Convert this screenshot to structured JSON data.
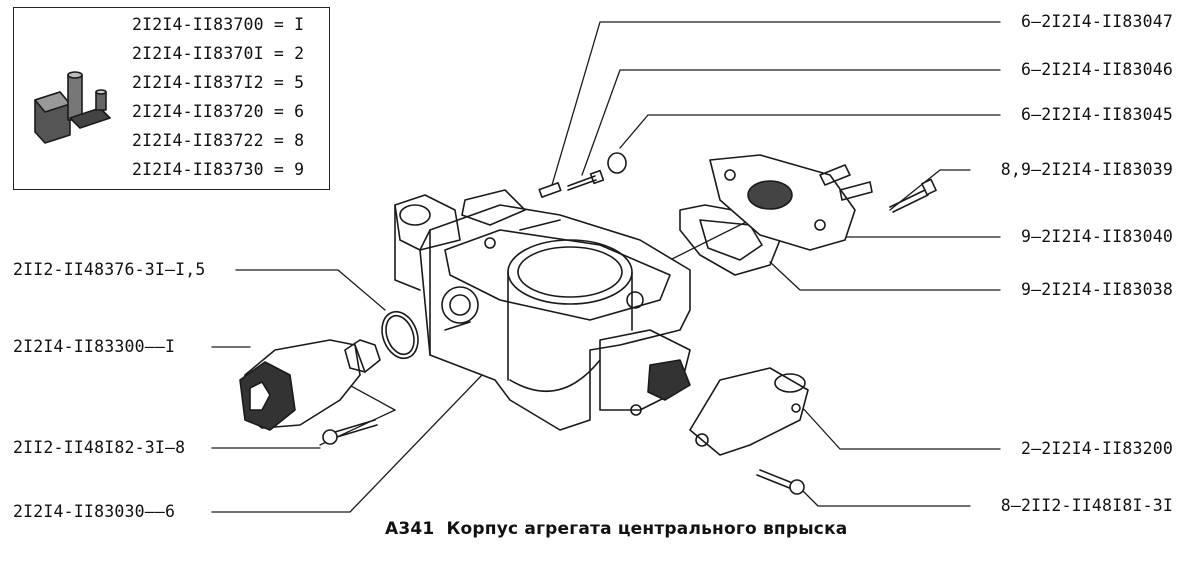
{
  "legend": [
    {
      "part": "2I2I4-II83700",
      "sign": "=",
      "qty": "I"
    },
    {
      "part": "2I2I4-II8370I",
      "sign": "=",
      "qty": "2"
    },
    {
      "part": "2I2I4-II837I2",
      "sign": "=",
      "qty": "5"
    },
    {
      "part": "2I2I4-II83720",
      "sign": "=",
      "qty": "6"
    },
    {
      "part": "2I2I4-II83722",
      "sign": "=",
      "qty": "8"
    },
    {
      "part": "2I2I4-II83730",
      "sign": "=",
      "qty": "9"
    }
  ],
  "callouts_right": [
    {
      "text": "6—2I2I4-II83047"
    },
    {
      "text": "6—2I2I4-II83046"
    },
    {
      "text": "6—2I2I4-II83045"
    },
    {
      "text": "8,9—2I2I4-II83039"
    },
    {
      "text": "9—2I2I4-II83040"
    },
    {
      "text": "9—2I2I4-II83038"
    },
    {
      "text": "2—2I2I4-II83200"
    },
    {
      "text": "8—2II2-II48I8I-3I"
    }
  ],
  "callouts_left": [
    {
      "text": "2II2-II48376-3I—I,5"
    },
    {
      "text": "2I2I4-II83300——I"
    },
    {
      "text": "2II2-II48I82-3I—8"
    },
    {
      "text": "2I2I4-II83030——6"
    }
  ],
  "caption": {
    "code": "А341",
    "title": "Корпус агрегата центрального впрыска"
  }
}
